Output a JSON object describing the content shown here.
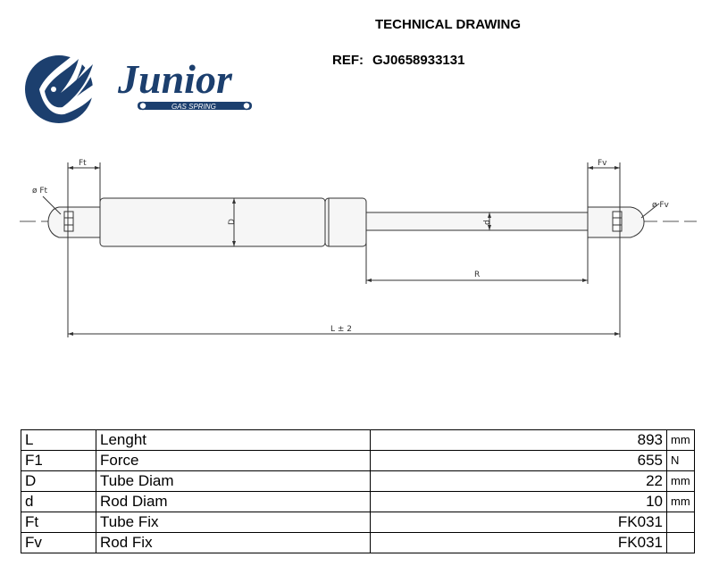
{
  "header": {
    "title": "TECHNICAL DRAWING",
    "ref_label": "REF:",
    "ref_value": "GJ0658933131"
  },
  "logo": {
    "brand": "Junior",
    "tagline": "GAS SPRING",
    "colors": {
      "primary": "#1c3f6e"
    }
  },
  "drawing": {
    "labels": {
      "ft": "Ft",
      "fv": "Fv",
      "phi_ft": "ø Ft",
      "phi_fv": "ø Fv",
      "d": "d",
      "D": "D",
      "R": "R",
      "L": "L ± 2"
    }
  },
  "specs": [
    {
      "code": "L",
      "name": "Lenght",
      "value": "893",
      "unit": "mm"
    },
    {
      "code": "F1",
      "name": "Force",
      "value": "655",
      "unit": "N"
    },
    {
      "code": "D",
      "name": "Tube Diam",
      "value": "22",
      "unit": "mm"
    },
    {
      "code": "d",
      "name": "Rod Diam",
      "value": "10",
      "unit": "mm"
    },
    {
      "code": "Ft",
      "name": "Tube Fix",
      "value": "FK031",
      "unit": ""
    },
    {
      "code": "Fv",
      "name": "Rod Fix",
      "value": "FK031",
      "unit": ""
    }
  ]
}
